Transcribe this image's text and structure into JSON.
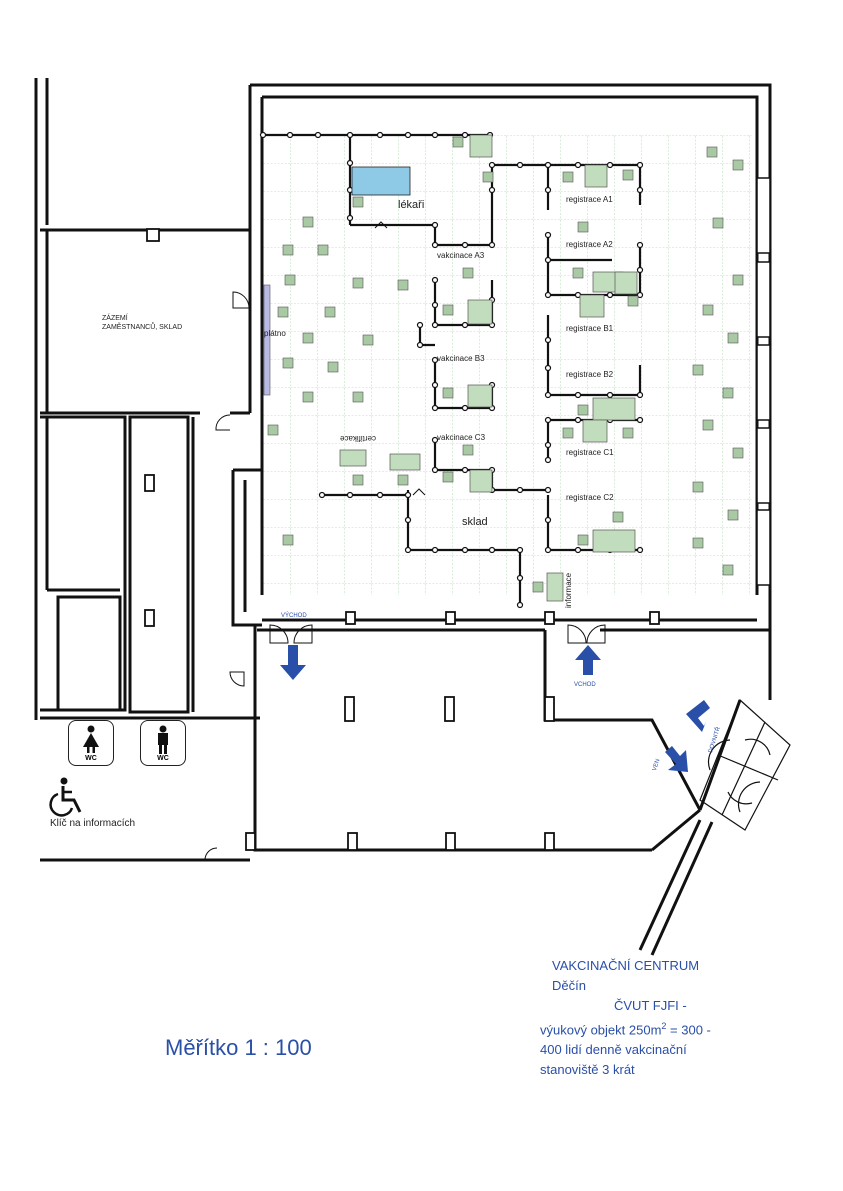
{
  "rooms": {
    "lekari": "lékaři",
    "registrace_a1": "registrace  A1",
    "registrace_a2": "registrace  A2",
    "registrace_b1": "registrace  B1",
    "registrace_b2": "registrace  B2",
    "registrace_c1": "registrace  C1",
    "registrace_c2": "registrace  C2",
    "vakcinace_a3": "vakcinace A3",
    "vakcinace_b3": "vakcinace B3",
    "vakcinace_c3": "vakcinace C3",
    "sklad": "sklad",
    "platno": "plátno",
    "certifikace": "certifikace",
    "informace": "informace",
    "zazemi": "ZÁZEMÍ\nZAMĚSTNANCŮ, SKLAD"
  },
  "exits": {
    "vychod": "VÝCHOD",
    "vchod": "VCHOD",
    "dovnitr": "DOVNITŘ",
    "ven": "VEN"
  },
  "facilities": {
    "wc_female": "WC",
    "wc_male": "WC",
    "accessible_note": "Klíč na informacích"
  },
  "title": {
    "line1": "VAKCINAČNÍ CENTRUM",
    "line2": "Děčín",
    "line3": "ČVUT FJFI -",
    "line4a": "výukový objekt 250m",
    "line4sup": "2",
    "line4b": " = 300 -",
    "line5": "400 lidí denně vakcinační",
    "line6": "stanoviště 3 krát"
  },
  "scale": "Měřítko 1 : 100",
  "colors": {
    "wall": "#111111",
    "grid": "#7fc47f",
    "table": "#a9c9a4",
    "arrow": "#2a4fa8",
    "doctor_desk": "#8ecae6",
    "text_blue": "#2a4fa8"
  }
}
